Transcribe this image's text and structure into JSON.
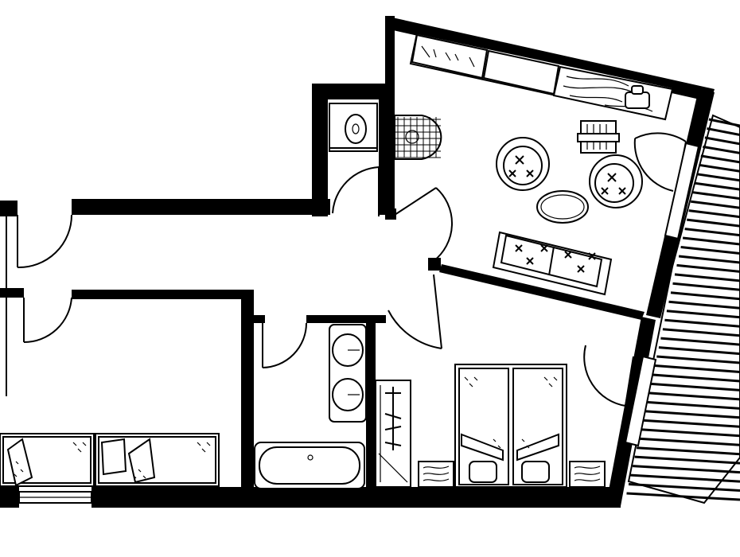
{
  "plan": {
    "rooms": [
      "living-room",
      "hallway",
      "toilet",
      "bathroom",
      "bedroom-1",
      "bedroom-2",
      "balcony"
    ]
  }
}
